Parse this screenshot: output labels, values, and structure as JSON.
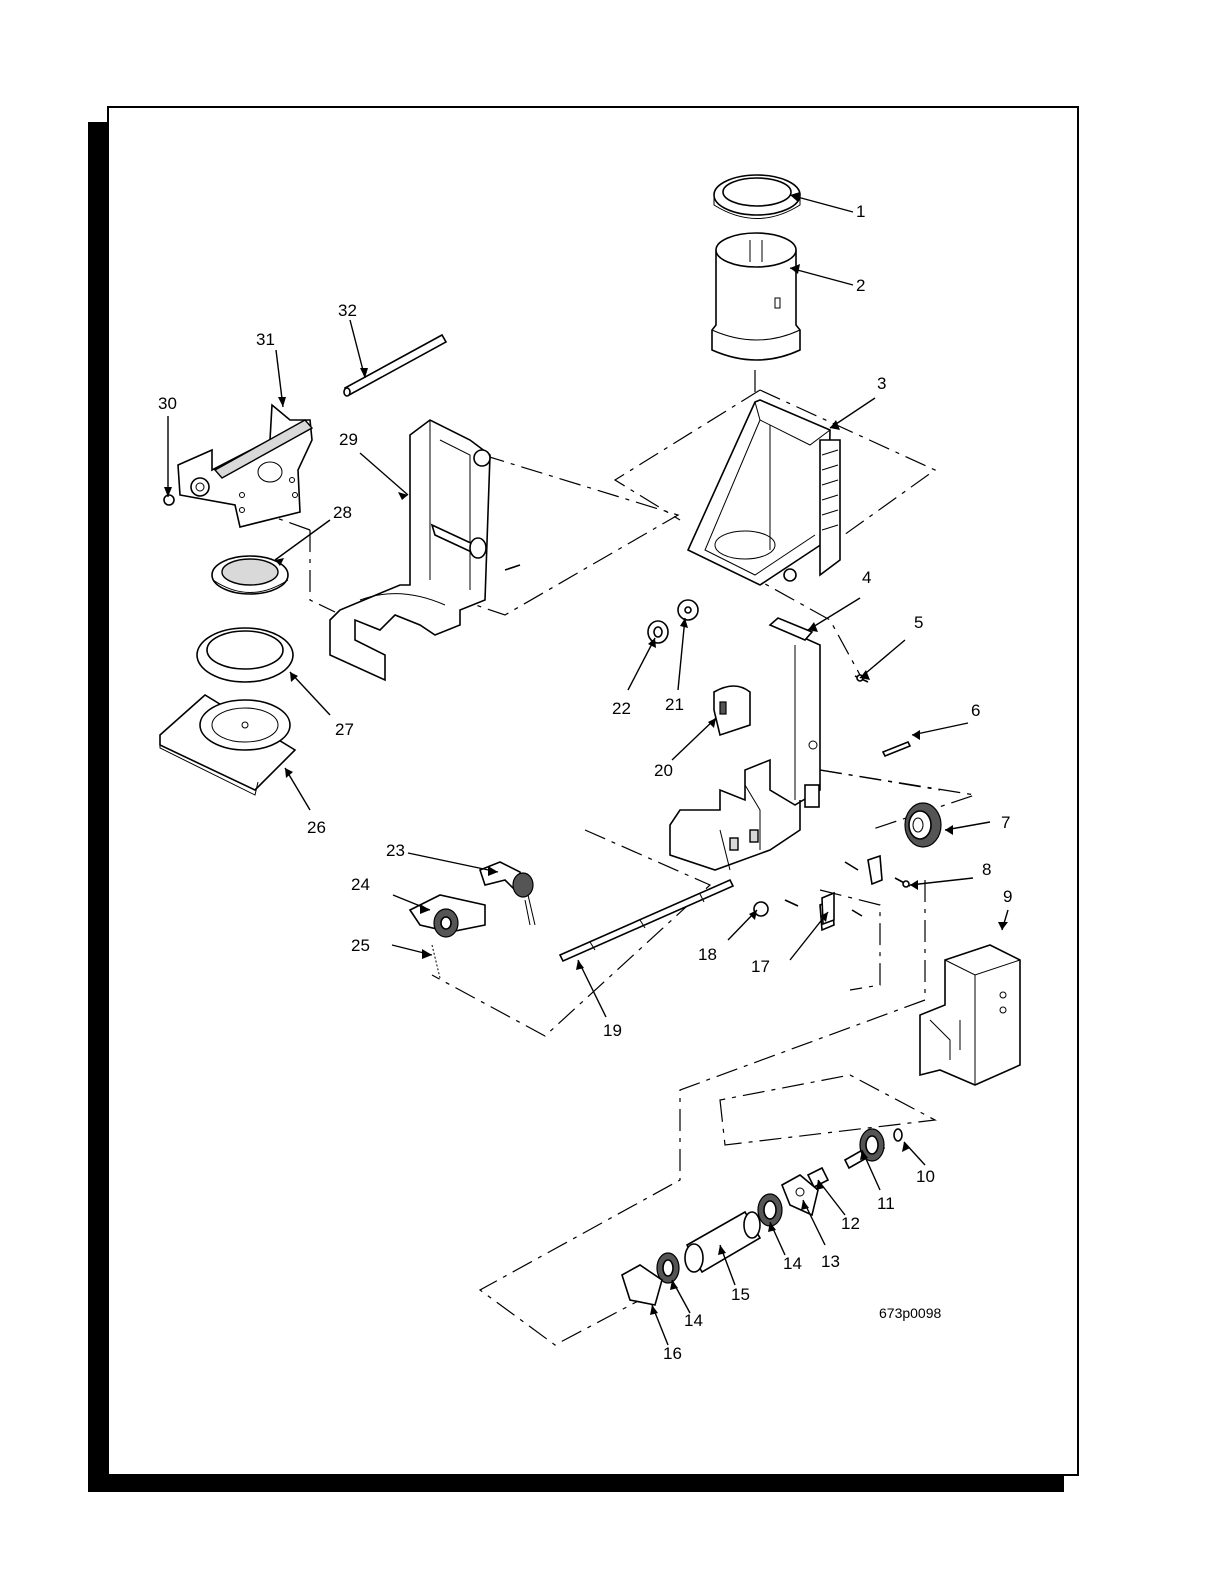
{
  "figure_id": "673p0098",
  "callouts": [
    {
      "id": "c1",
      "label": "1"
    },
    {
      "id": "c2",
      "label": "2"
    },
    {
      "id": "c3",
      "label": "3"
    },
    {
      "id": "c4",
      "label": "4"
    },
    {
      "id": "c5",
      "label": "5"
    },
    {
      "id": "c6",
      "label": "6"
    },
    {
      "id": "c7",
      "label": "7"
    },
    {
      "id": "c8",
      "label": "8"
    },
    {
      "id": "c9",
      "label": "9"
    },
    {
      "id": "c10",
      "label": "10"
    },
    {
      "id": "c11",
      "label": "11"
    },
    {
      "id": "c12",
      "label": "12"
    },
    {
      "id": "c13",
      "label": "13"
    },
    {
      "id": "c14a",
      "label": "14"
    },
    {
      "id": "c14b",
      "label": "14"
    },
    {
      "id": "c15",
      "label": "15"
    },
    {
      "id": "c16",
      "label": "16"
    },
    {
      "id": "c17",
      "label": "17"
    },
    {
      "id": "c18",
      "label": "18"
    },
    {
      "id": "c19",
      "label": "19"
    },
    {
      "id": "c20",
      "label": "20"
    },
    {
      "id": "c21",
      "label": "21"
    },
    {
      "id": "c22",
      "label": "22"
    },
    {
      "id": "c23",
      "label": "23"
    },
    {
      "id": "c24",
      "label": "24"
    },
    {
      "id": "c25",
      "label": "25"
    },
    {
      "id": "c26",
      "label": "26"
    },
    {
      "id": "c27",
      "label": "27"
    },
    {
      "id": "c28",
      "label": "28"
    },
    {
      "id": "c29",
      "label": "29"
    },
    {
      "id": "c30",
      "label": "30"
    },
    {
      "id": "c31",
      "label": "31"
    },
    {
      "id": "c32",
      "label": "32"
    }
  ]
}
